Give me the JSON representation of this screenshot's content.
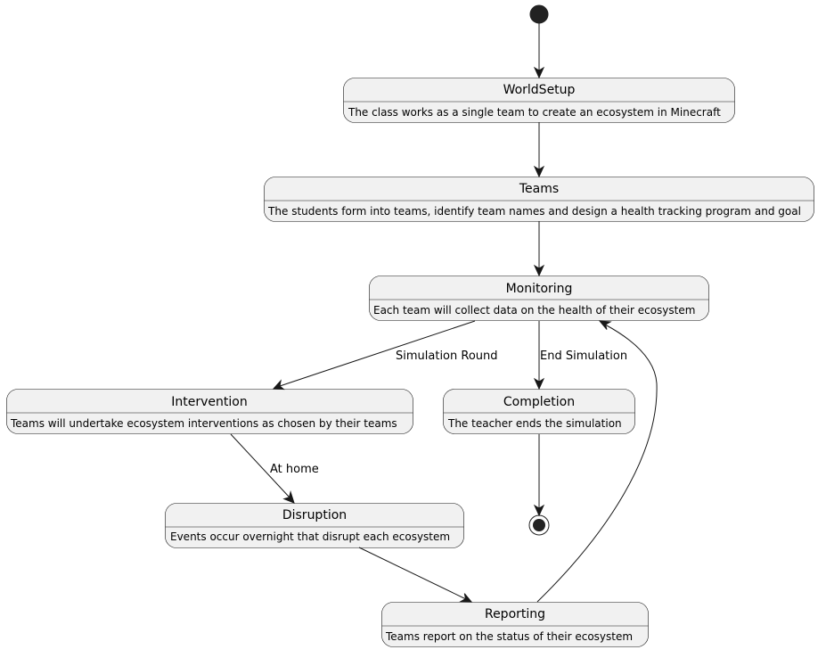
{
  "states": {
    "worldsetup": {
      "name": "WorldSetup",
      "description": "The class works as a single team to create an ecosystem in Minecraft"
    },
    "teams": {
      "name": "Teams",
      "description": "The students form into teams, identify team names and design a health tracking program and goal"
    },
    "monitoring": {
      "name": "Monitoring",
      "description": "Each team will collect data on the health of their ecosystem"
    },
    "intervention": {
      "name": "Intervention",
      "description": "Teams will undertake ecosystem interventions as chosen by their teams"
    },
    "completion": {
      "name": "Completion",
      "description": "The teacher ends the simulation"
    },
    "disruption": {
      "name": "Disruption",
      "description": "Events occur overnight that disrupt each ecosystem"
    },
    "reporting": {
      "name": "Reporting",
      "description": "Teams report on the status of their ecosystem"
    }
  },
  "transitions": {
    "simulation_round": "Simulation Round",
    "end_simulation": "End Simulation",
    "at_home": "At home"
  },
  "colors": {
    "state_fill": "#f1f1f1",
    "stroke": "#181818",
    "node_fill": "#222222"
  }
}
